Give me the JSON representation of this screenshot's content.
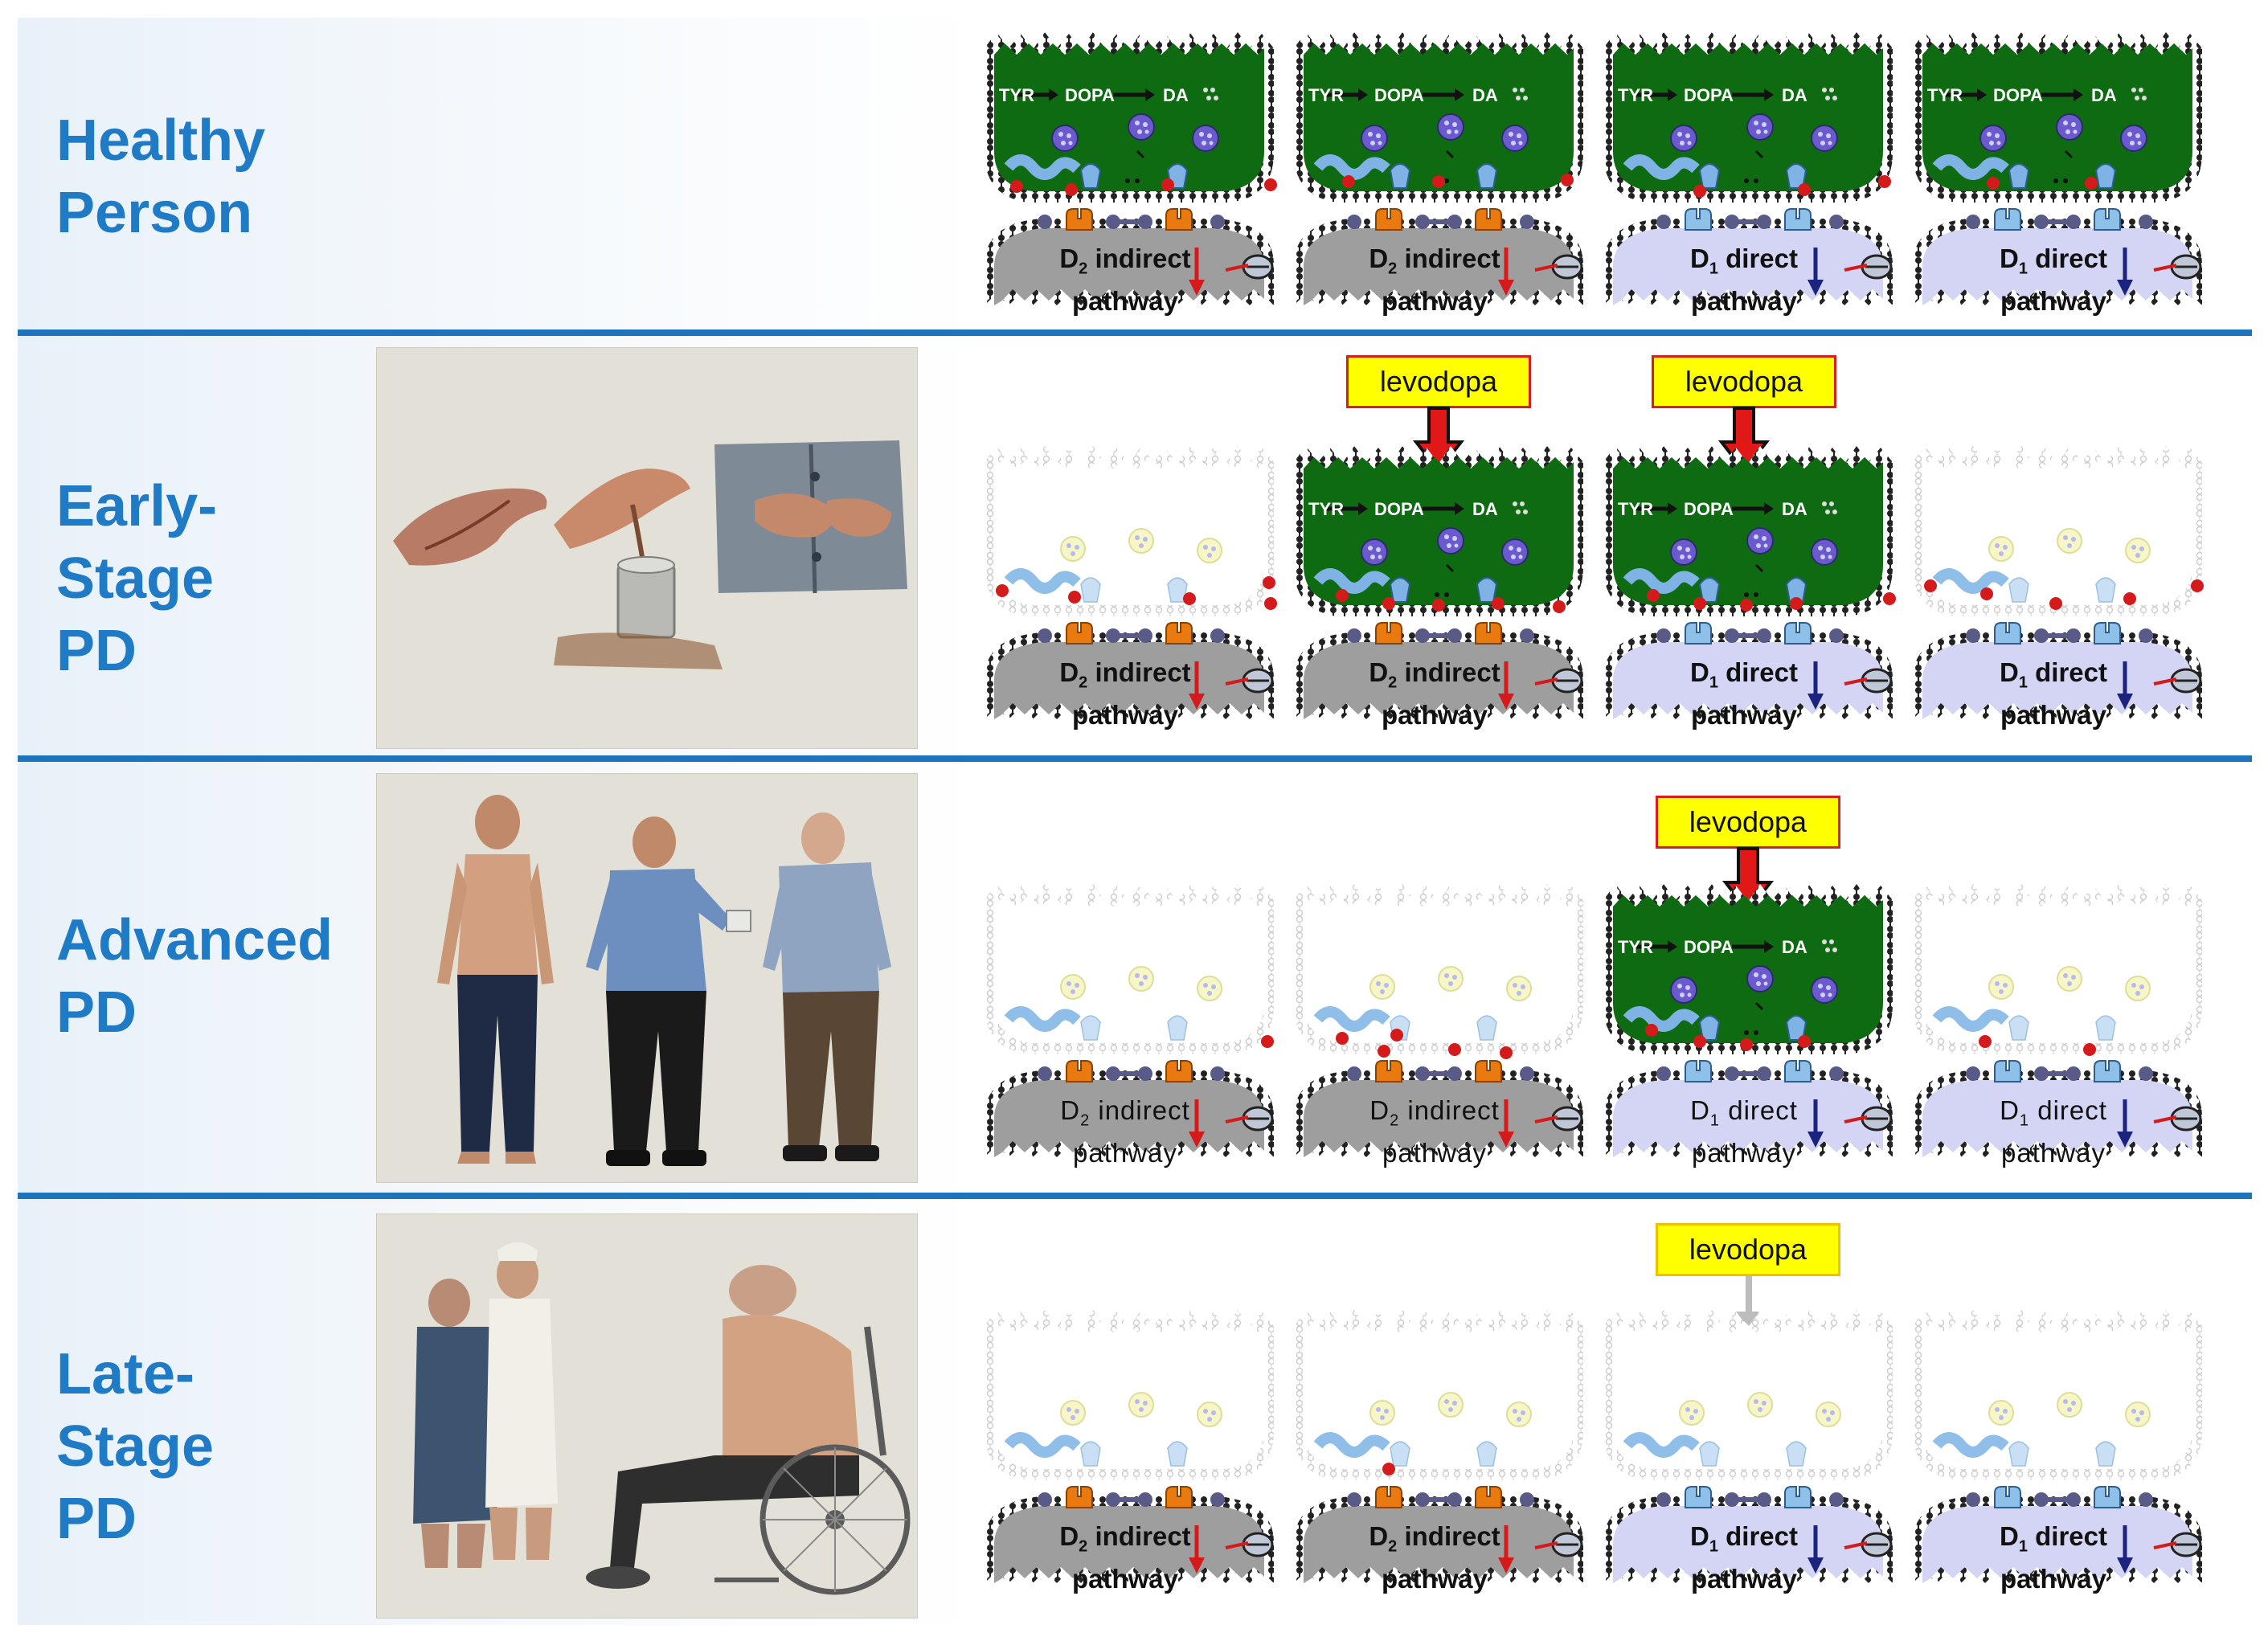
{
  "stages": [
    {
      "id": "healthy",
      "label_line1": "Healthy",
      "label_line2": "Person",
      "label_line3": ""
    },
    {
      "id": "early",
      "label_line1": "Early-",
      "label_line2": "Stage",
      "label_line3": "PD"
    },
    {
      "id": "advanced",
      "label_line1": "Advanced",
      "label_line2": "PD",
      "label_line3": ""
    },
    {
      "id": "late",
      "label_line1": "Late-",
      "label_line2": "Stage",
      "label_line3": "PD"
    }
  ],
  "pathways": {
    "d2_letter": "D",
    "d2_sub": "2",
    "d2_name": "indirect",
    "d1_letter": "D",
    "d1_sub": "1",
    "d1_name": "direct",
    "second_line": "pathway"
  },
  "enzymes": {
    "tyr": "TYR",
    "dopa": "DOPA",
    "da": "DA"
  },
  "levodopa_label": "levodopa",
  "colors": {
    "band_accent": "#1e73be",
    "label_blue": "#1f7bc5",
    "presynaptic_green": "#0e6b12",
    "d2_neuron_gray": "#9e9e9e",
    "d1_neuron_lavender": "#d4d4f4",
    "dopamine_red": "#d41a1a",
    "levodopa_yellow": "#ffff00"
  },
  "icons": [
    "dopamine-dot",
    "vesicle-icon",
    "receptor-icon",
    "transporter-icon",
    "down-arrow-icon",
    "levodopa-arrow-icon"
  ]
}
